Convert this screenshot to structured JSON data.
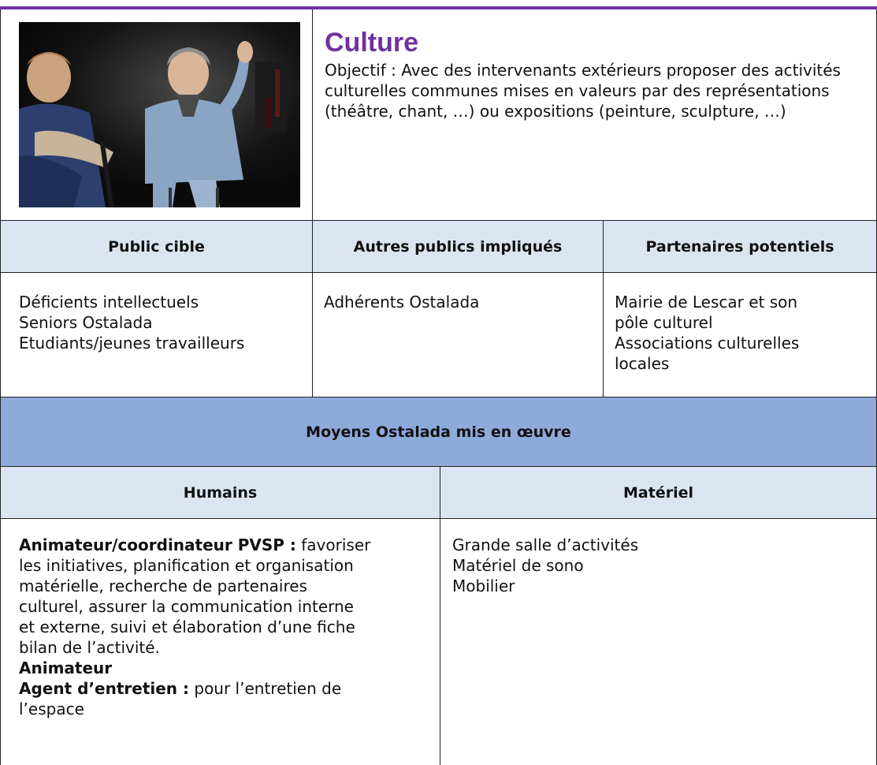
{
  "header": {
    "title": "Culture",
    "objective": "Objectif : Avec des intervenants extérieurs proposer des activités culturelles communes mises en valeurs par des représentations (théâtre, chant, …) ou expositions (peinture, sculpture, …)",
    "photo_icon": "theater-photo"
  },
  "columns3": {
    "public_cible": {
      "heading": "Public cible",
      "lines": [
        "Déficients intellectuels",
        "Seniors Ostalada",
        "Etudiants/jeunes travailleurs"
      ]
    },
    "autres_publics": {
      "heading": "Autres publics impliqués",
      "lines": [
        "Adhérents Ostalada"
      ]
    },
    "partenaires": {
      "heading": "Partenaires potentiels",
      "lines": [
        "Mairie de Lescar et son",
        "pôle culturel",
        "Associations culturelles",
        "locales"
      ]
    }
  },
  "section": {
    "heading": "Moyens Ostalada mis en œuvre"
  },
  "columns2": {
    "humains": {
      "heading": "Humains",
      "role1_label": "Animateur/coordinateur PVSP :",
      "role1_text_a": " favoriser",
      "role1_lines": [
        "les initiatives, planification et organisation",
        "matérielle, recherche de partenaires",
        "culturel, assurer la communication interne",
        "et externe, suivi et élaboration d’une fiche",
        "bilan de l’activité."
      ],
      "role2_label": "Animateur",
      "role3_label": "Agent d’entretien :",
      "role3_text_a": " pour l’entretien de",
      "role3_text_b": "l’espace"
    },
    "materiel": {
      "heading": "Matériel",
      "lines": [
        "Grande salle d’activités",
        "Matériel de sono",
        "Mobilier"
      ]
    }
  },
  "colors": {
    "accent": "#7030a0",
    "header_light": "#dbe5f1",
    "header_mid": "#8eaadb"
  }
}
